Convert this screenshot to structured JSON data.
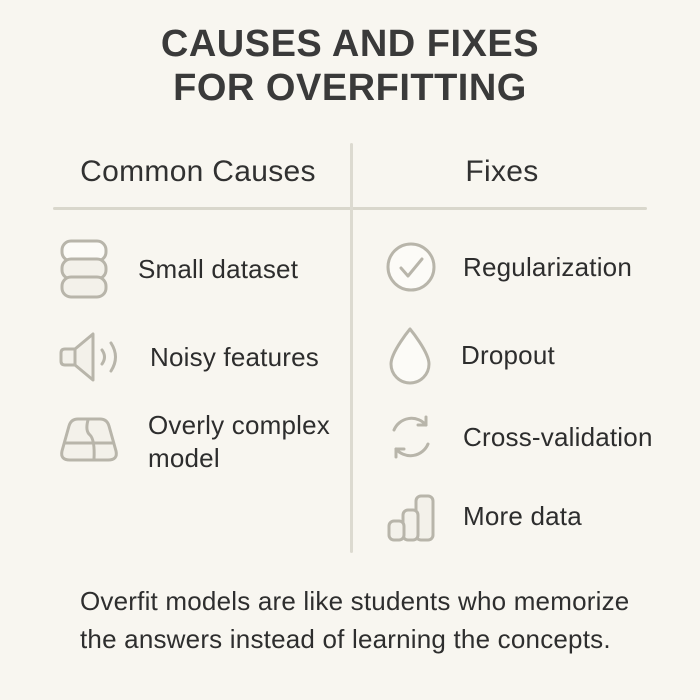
{
  "title": {
    "line1": "CAUSES AND FIXES",
    "line2": "FOR OVERFITTING"
  },
  "columns": {
    "causes": {
      "header": "Common Causes",
      "items": [
        {
          "icon": "database-stack-icon",
          "label": "Small dataset"
        },
        {
          "icon": "speaker-icon",
          "label": "Noisy features"
        },
        {
          "icon": "brain-icon",
          "label": "Overly complex model"
        }
      ]
    },
    "fixes": {
      "header": "Fixes",
      "items": [
        {
          "icon": "check-circle-icon",
          "label": "Regularization"
        },
        {
          "icon": "droplet-icon",
          "label": "Dropout"
        },
        {
          "icon": "refresh-icon",
          "label": "Cross-validation"
        },
        {
          "icon": "bar-chart-icon",
          "label": "More data"
        }
      ]
    }
  },
  "footer": {
    "text": "Overfit models are like students who memorize the answers instead of learning the concepts."
  },
  "colors": {
    "background": "#f8f6f0",
    "title_text": "#3a3a3a",
    "body_text": "#2d2d2d",
    "icon_stroke": "#b8b5aa",
    "icon_fill": "#f3f1ea",
    "divider": "#dcdad0"
  }
}
